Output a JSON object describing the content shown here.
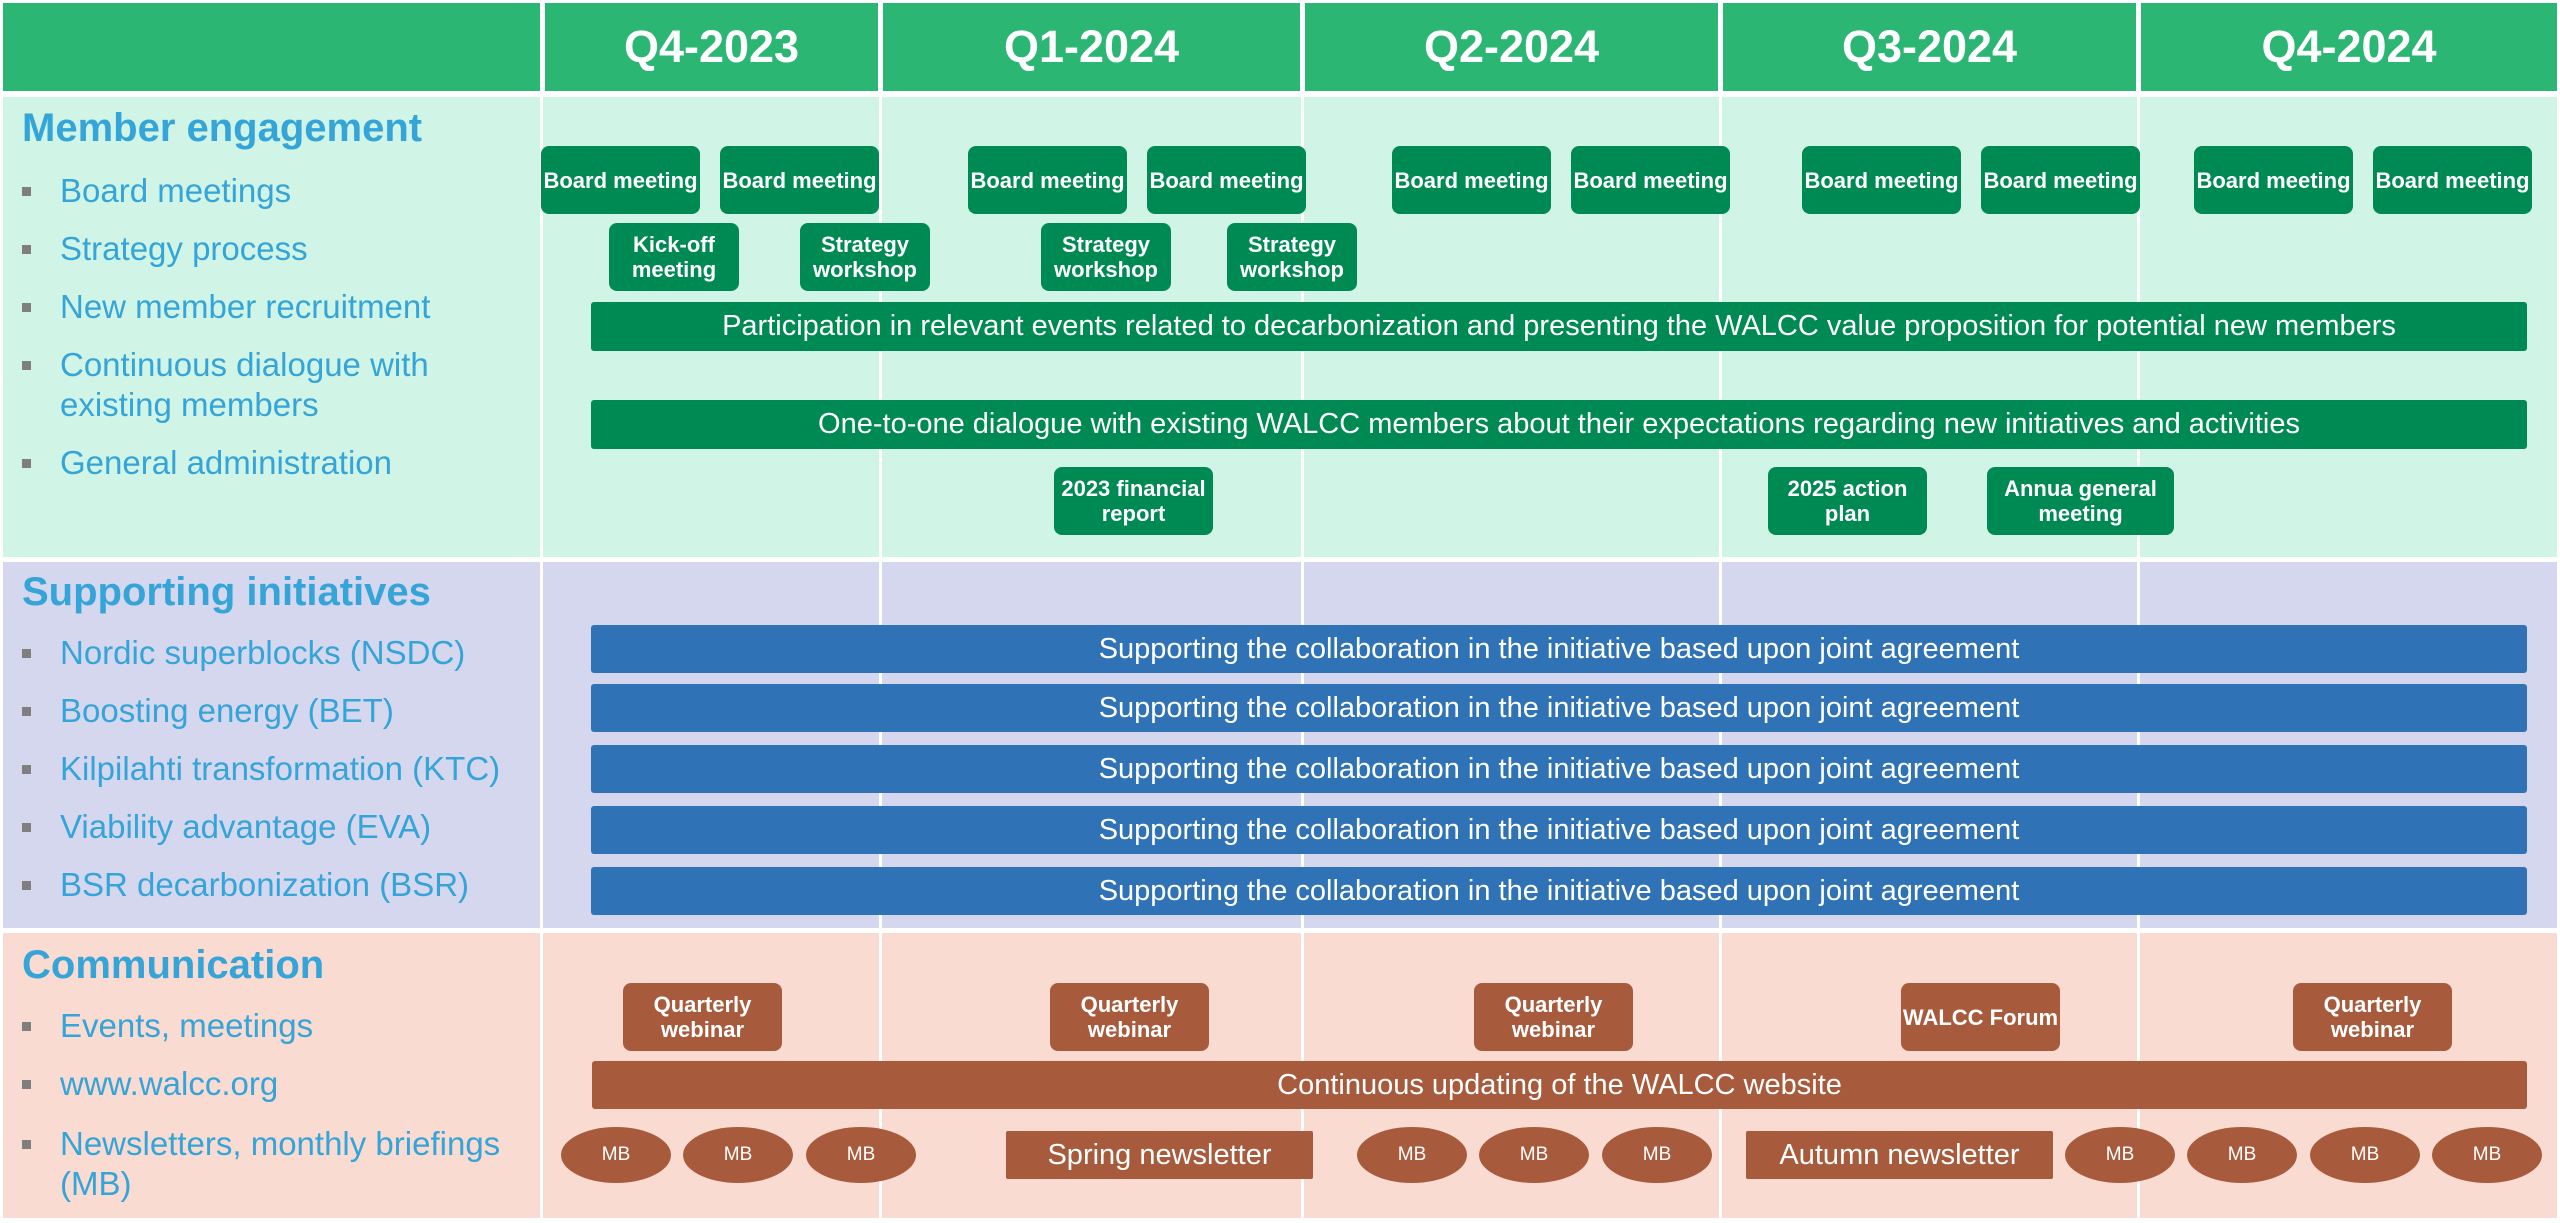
{
  "colors": {
    "header": "#2bb673",
    "member_engagement_band": "#d0f4e5",
    "supporting_band": "#d5d7ef",
    "communication_band": "#fadbd1",
    "green_box": "#008a53",
    "blue_bar": "#3072b6",
    "brown_box": "#a85b3c",
    "section_text": "#35a4d8"
  },
  "quarters": [
    "Q4-2023",
    "Q1-2024",
    "Q2-2024",
    "Q3-2024",
    "Q4-2024"
  ],
  "member_engagement": {
    "title": "Member engagement",
    "items": [
      "Board meetings",
      "Strategy process",
      "New member recruitment",
      "Continuous dialogue with existing members",
      "General administration"
    ],
    "board_meeting": "Board meeting",
    "kickoff": "Kick-off meeting",
    "strategy_workshop": "Strategy workshop",
    "recruitment_bar": "Participation in relevant events related to decarbonization and presenting the WALCC value proposition for potential new members",
    "dialogue_bar": "One-to-one dialogue with existing WALCC members about their expectations regarding new initiatives and activities",
    "financial_report": "2023 financial report",
    "action_plan": "2025 action plan",
    "annual_meeting": "Annua general meeting"
  },
  "supporting": {
    "title": "Supporting initiatives",
    "items": [
      "Nordic superblocks (NSDC)",
      "Boosting energy (BET)",
      "Kilpilahti transformation (KTC)",
      "Viability advantage (EVA)",
      "BSR decarbonization (BSR)"
    ],
    "bar_text": "Supporting the collaboration in the initiative based upon joint agreement"
  },
  "communication": {
    "title": "Communication",
    "items": [
      "Events, meetings",
      "www.walcc.org",
      "Newsletters, monthly briefings (MB)"
    ],
    "webinar": "Quarterly webinar",
    "forum": "WALCC Forum",
    "website_bar": "Continuous updating of the WALCC website",
    "spring": "Spring newsletter",
    "autumn": "Autumn newsletter",
    "mb": "MB"
  }
}
